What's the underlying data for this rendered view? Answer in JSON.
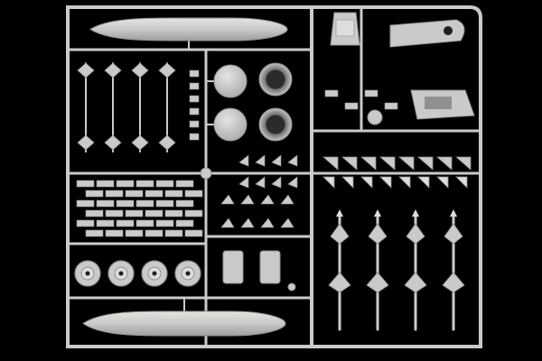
{
  "image": {
    "subject": "model-kit-sprue",
    "colors": {
      "background": "#000000",
      "plastic": "#c9cbc8",
      "plastic_light": "#dcdedb",
      "plastic_shadow": "#8e918e",
      "hole": "#1e1f1e"
    },
    "parts": {
      "fuel_tanks": 2,
      "missiles_small_upper": 4,
      "missiles_large_right": 4,
      "wheels": 4,
      "round_discs": 2,
      "ring_parts": 2,
      "triangular_fins": 8,
      "brick_rows": 6
    }
  }
}
